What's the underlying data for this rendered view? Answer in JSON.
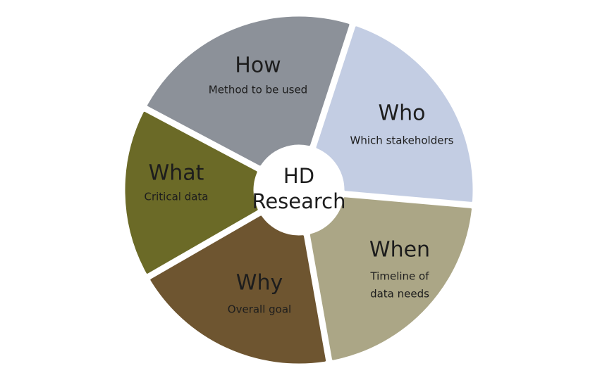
{
  "diagram": {
    "center": {
      "lines": [
        "HD",
        "Research"
      ],
      "color": "#ffffff"
    },
    "segments": [
      {
        "id": "how",
        "title": "How",
        "subtitle": [
          "Method to be used"
        ],
        "color": "#8c9199"
      },
      {
        "id": "who",
        "title": "Who",
        "subtitle": [
          "Which stakeholders"
        ],
        "color": "#c3cde3"
      },
      {
        "id": "when",
        "title": "When",
        "subtitle": [
          "Timeline of",
          "data needs"
        ],
        "color": "#aba686"
      },
      {
        "id": "why",
        "title": "Why",
        "subtitle": [
          "Overall goal"
        ],
        "color": "#6e5530"
      },
      {
        "id": "what",
        "title": "What",
        "subtitle": [
          "Critical data"
        ],
        "color": "#6b6a27"
      }
    ]
  }
}
